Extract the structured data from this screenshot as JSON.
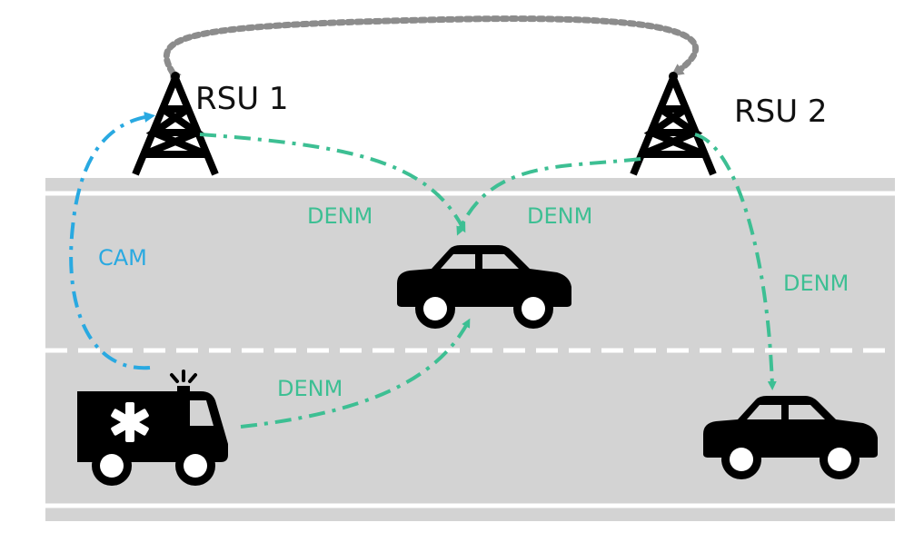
{
  "rsu1": {
    "label": "RSU 1"
  },
  "rsu2": {
    "label": "RSU 2"
  },
  "messages": {
    "cam": "CAM",
    "denm_rsu1_to_car": "DENM",
    "denm_rsu2_to_car": "DENM",
    "denm_rsu2_to_car2": "DENM",
    "denm_ambulance_to_car": "DENM"
  },
  "colors": {
    "road": "#d3d3d3",
    "lane_marking": "#ffffff",
    "vehicle": "#000000",
    "cam": "#29a9e1",
    "denm": "#3dbf93",
    "backhaul": "#8c8c8c",
    "text": "#111111"
  },
  "icons": [
    "cell-tower-icon",
    "cell-tower-icon",
    "car-icon",
    "car-icon",
    "ambulance-icon"
  ]
}
